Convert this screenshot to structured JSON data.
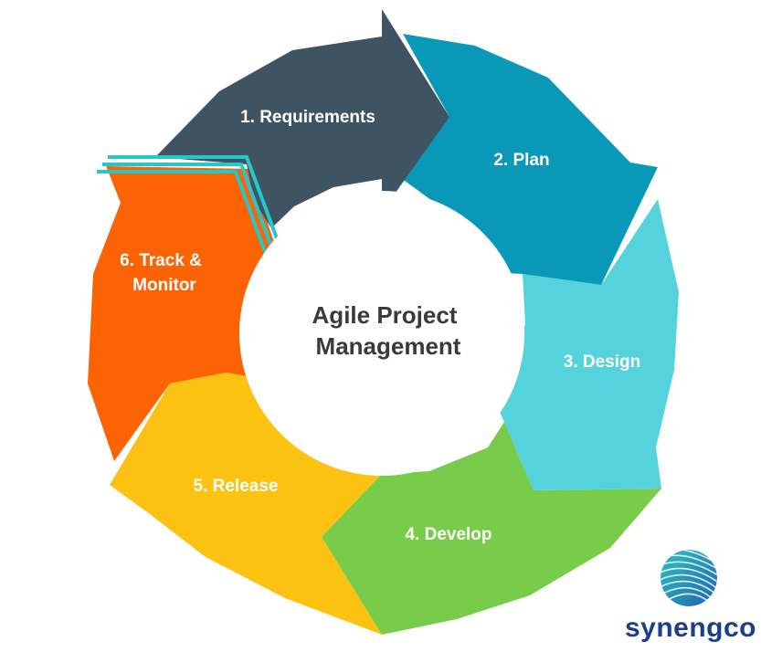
{
  "title": {
    "line1": "Agile Project",
    "line2": "Management"
  },
  "steps": [
    {
      "label": "1. Requirements",
      "color": "#3e5462"
    },
    {
      "label": "2. Plan",
      "color": "#0a98b9"
    },
    {
      "label": "3. Design",
      "color": "#55d3dc"
    },
    {
      "label": "4. Develop",
      "color": "#78cc4a"
    },
    {
      "label": "5. Release",
      "color": "#fbc211"
    },
    {
      "label": "6. Track &",
      "label2": "Monitor",
      "color": "#fb6304"
    }
  ],
  "accent_color": "#27c6c9",
  "logo": {
    "text": "synengco",
    "icon": "striped-globe-icon",
    "color": "#1b3f8a"
  }
}
